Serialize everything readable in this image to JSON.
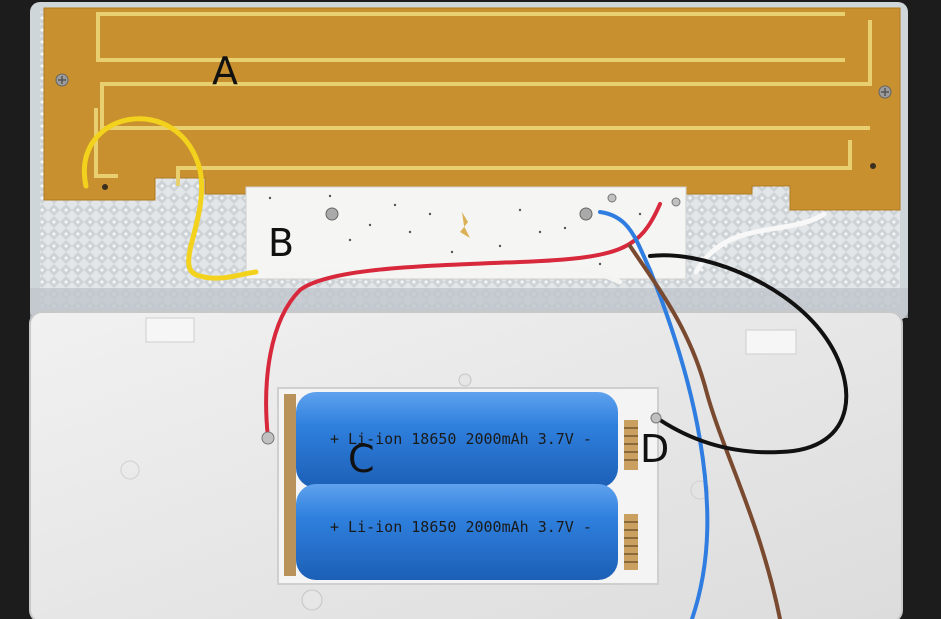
{
  "labels": {
    "a": "A",
    "b": "B",
    "c": "C",
    "d": "D"
  },
  "battery_text": "+ Li-ion 18650 2000mAh 3.7V -",
  "colors": {
    "background": "#1c1c1c",
    "heater_film": "#c8902e",
    "heater_trace": "#e8d070",
    "case": "#ececec",
    "lid": "#dde3e6",
    "pcb": "#f5f5f3",
    "battery": "#2a7ad6",
    "wire_red": "#d8283c",
    "wire_black": "#111111",
    "wire_blue": "#2f7de0",
    "wire_brown": "#7a4a30",
    "wire_yellow": "#f2d21c",
    "wire_white": "#f8f8f8"
  }
}
